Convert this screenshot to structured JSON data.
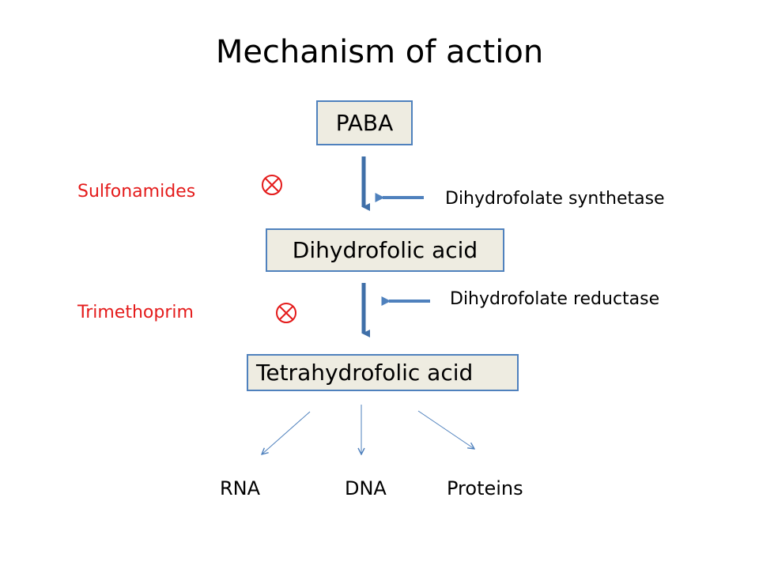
{
  "title": "Mechanism of action",
  "nodes": {
    "paba": "PABA",
    "dihydrofolic_acid": "Dihydrofolic acid",
    "tetrahydrofolic_acid": "Tetrahydrofolic acid"
  },
  "inhibitors": [
    {
      "drug": "Sulfonamides",
      "enzyme": "Dihydrofolate  synthetase"
    },
    {
      "drug": "Trimethoprim",
      "enzyme": "Dihydrofolate reductase"
    }
  ],
  "products": [
    "RNA",
    "DNA",
    "Proteins"
  ],
  "colors": {
    "box_fill": "#eeece1",
    "box_border": "#4f81bd",
    "drug_text": "#e41b1b",
    "arrow": "#4f81bd",
    "inhibit_symbol": "#e41b1b"
  },
  "icons": {
    "inhibition": "circled-times-icon",
    "pathway_arrow": "down-arrow-icon",
    "enzyme_arrow": "left-arrow-icon"
  }
}
